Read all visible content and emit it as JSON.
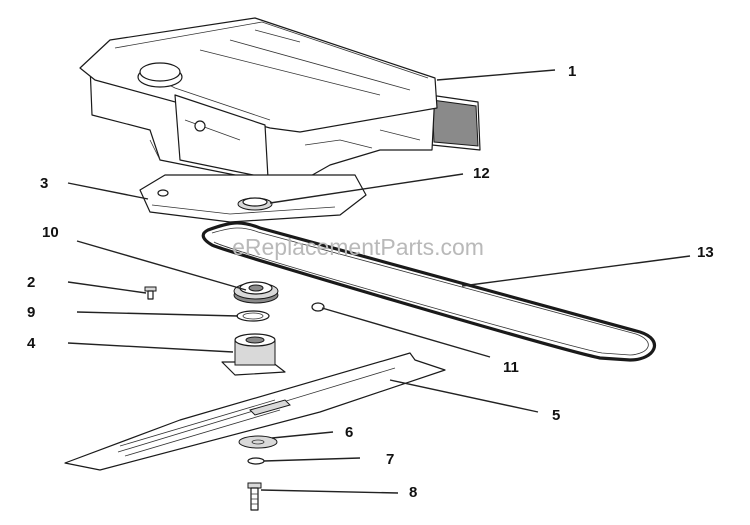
{
  "watermark": "eReplacementParts.com",
  "callouts": [
    {
      "id": "c1",
      "label": "1"
    },
    {
      "id": "c2",
      "label": "2"
    },
    {
      "id": "c3",
      "label": "3"
    },
    {
      "id": "c4",
      "label": "4"
    },
    {
      "id": "c5",
      "label": "5"
    },
    {
      "id": "c6",
      "label": "6"
    },
    {
      "id": "c7",
      "label": "7"
    },
    {
      "id": "c8",
      "label": "8"
    },
    {
      "id": "c9",
      "label": "9"
    },
    {
      "id": "c10",
      "label": "10"
    },
    {
      "id": "c11",
      "label": "11"
    },
    {
      "id": "c12",
      "label": "12"
    },
    {
      "id": "c13",
      "label": "13"
    }
  ]
}
